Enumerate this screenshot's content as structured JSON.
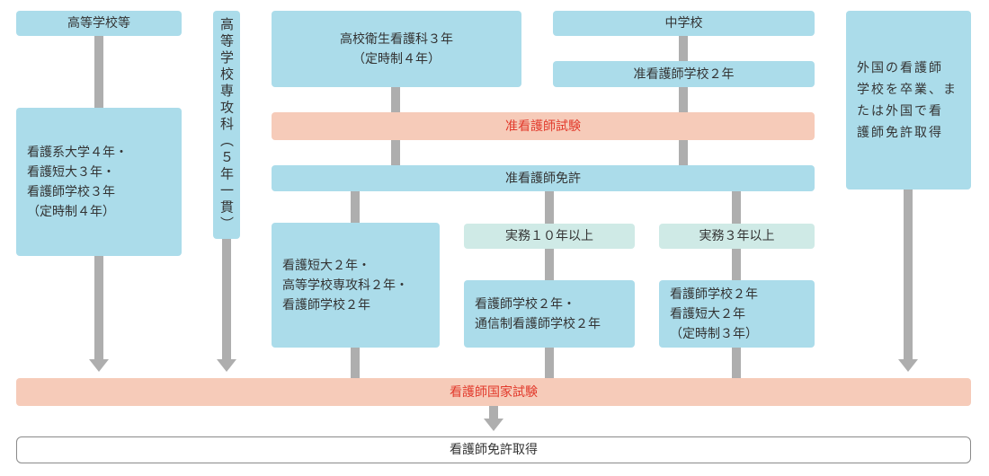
{
  "boxes": {
    "high_school": {
      "label": "高等学校等"
    },
    "senkoka_5yr": {
      "label": "高等学校専攻科（５年一貫）"
    },
    "eisei_kango": {
      "lines": [
        "高校衛生看護科３年",
        "（定時制４年）"
      ]
    },
    "junior_high": {
      "label": "中学校"
    },
    "junkango_school": {
      "label": "准看護師学校２年"
    },
    "junkango_exam": {
      "label": "准看護師試験"
    },
    "junkango_license": {
      "label": "准看護師免許"
    },
    "foreign": {
      "lines": [
        "外国の看護師",
        "学校を卒業、ま",
        "たは外国で看",
        "護師免許取得"
      ]
    },
    "university": {
      "lines": [
        "看護系大学４年・",
        "看護短大３年・",
        "看護師学校３年",
        "（定時制４年）"
      ]
    },
    "two_year_a": {
      "lines": [
        "看護短大２年・",
        "高等学校専攻科２年・",
        "看護師学校２年"
      ]
    },
    "experience_10": {
      "label": "実務１０年以上"
    },
    "experience_3": {
      "label": "実務３年以上"
    },
    "two_year_b": {
      "lines": [
        "看護師学校２年・",
        "通信制看護師学校２年"
      ]
    },
    "two_year_c": {
      "lines": [
        "看護師学校２年",
        "看護短大２年",
        "（定時制３年）"
      ]
    },
    "national_exam": {
      "label": "看護師国家試験"
    },
    "license": {
      "label": "看護師免許取得"
    }
  },
  "colors": {
    "box": "#abdcea",
    "exam": "#f6cbb9",
    "exam_text": "#e23a2c",
    "experience": "#cfeae6",
    "connector": "#aeaeae",
    "text": "#333333"
  }
}
